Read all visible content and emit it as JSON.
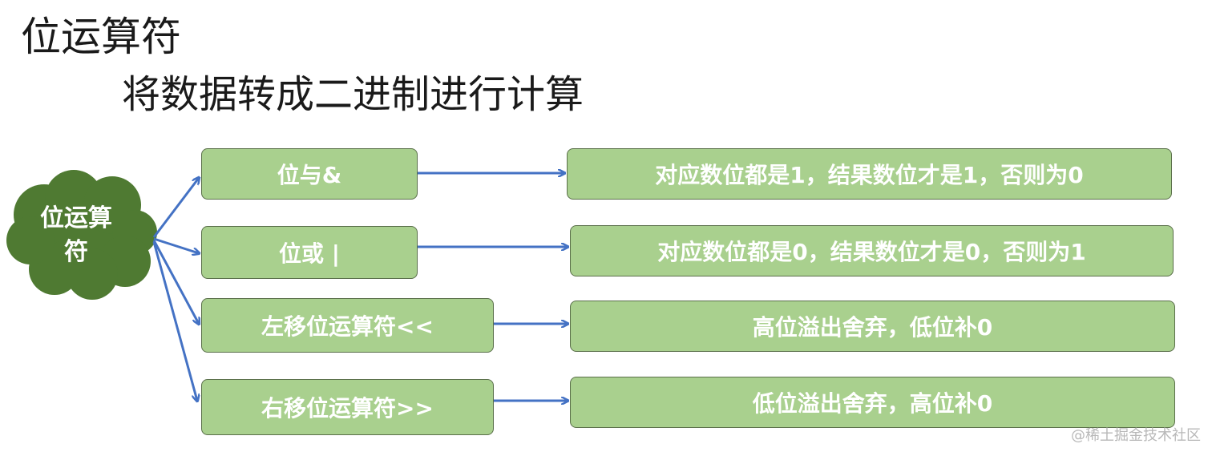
{
  "title": "位运算符",
  "subtitle": "将数据转成二进制进行计算",
  "center": {
    "label": "位运算符",
    "color": "#4f7a32"
  },
  "colors": {
    "box_fill": "#a9d08e",
    "box_border": "#5a6f4a",
    "arrow": "#4472c4"
  },
  "rows": [
    {
      "operator": "位与&",
      "rule": "对应数位都是1，结果数位才是1，否则为0"
    },
    {
      "operator": "位或 |",
      "rule": "对应数位都是0，结果数位才是0，否则为1"
    },
    {
      "operator": "左移位运算符<<",
      "rule": "高位溢出舍弃，低位补0"
    },
    {
      "operator": "右移位运算符>>",
      "rule": "低位溢出舍弃，高位补0"
    }
  ],
  "watermark": "@稀土掘金技术社区"
}
